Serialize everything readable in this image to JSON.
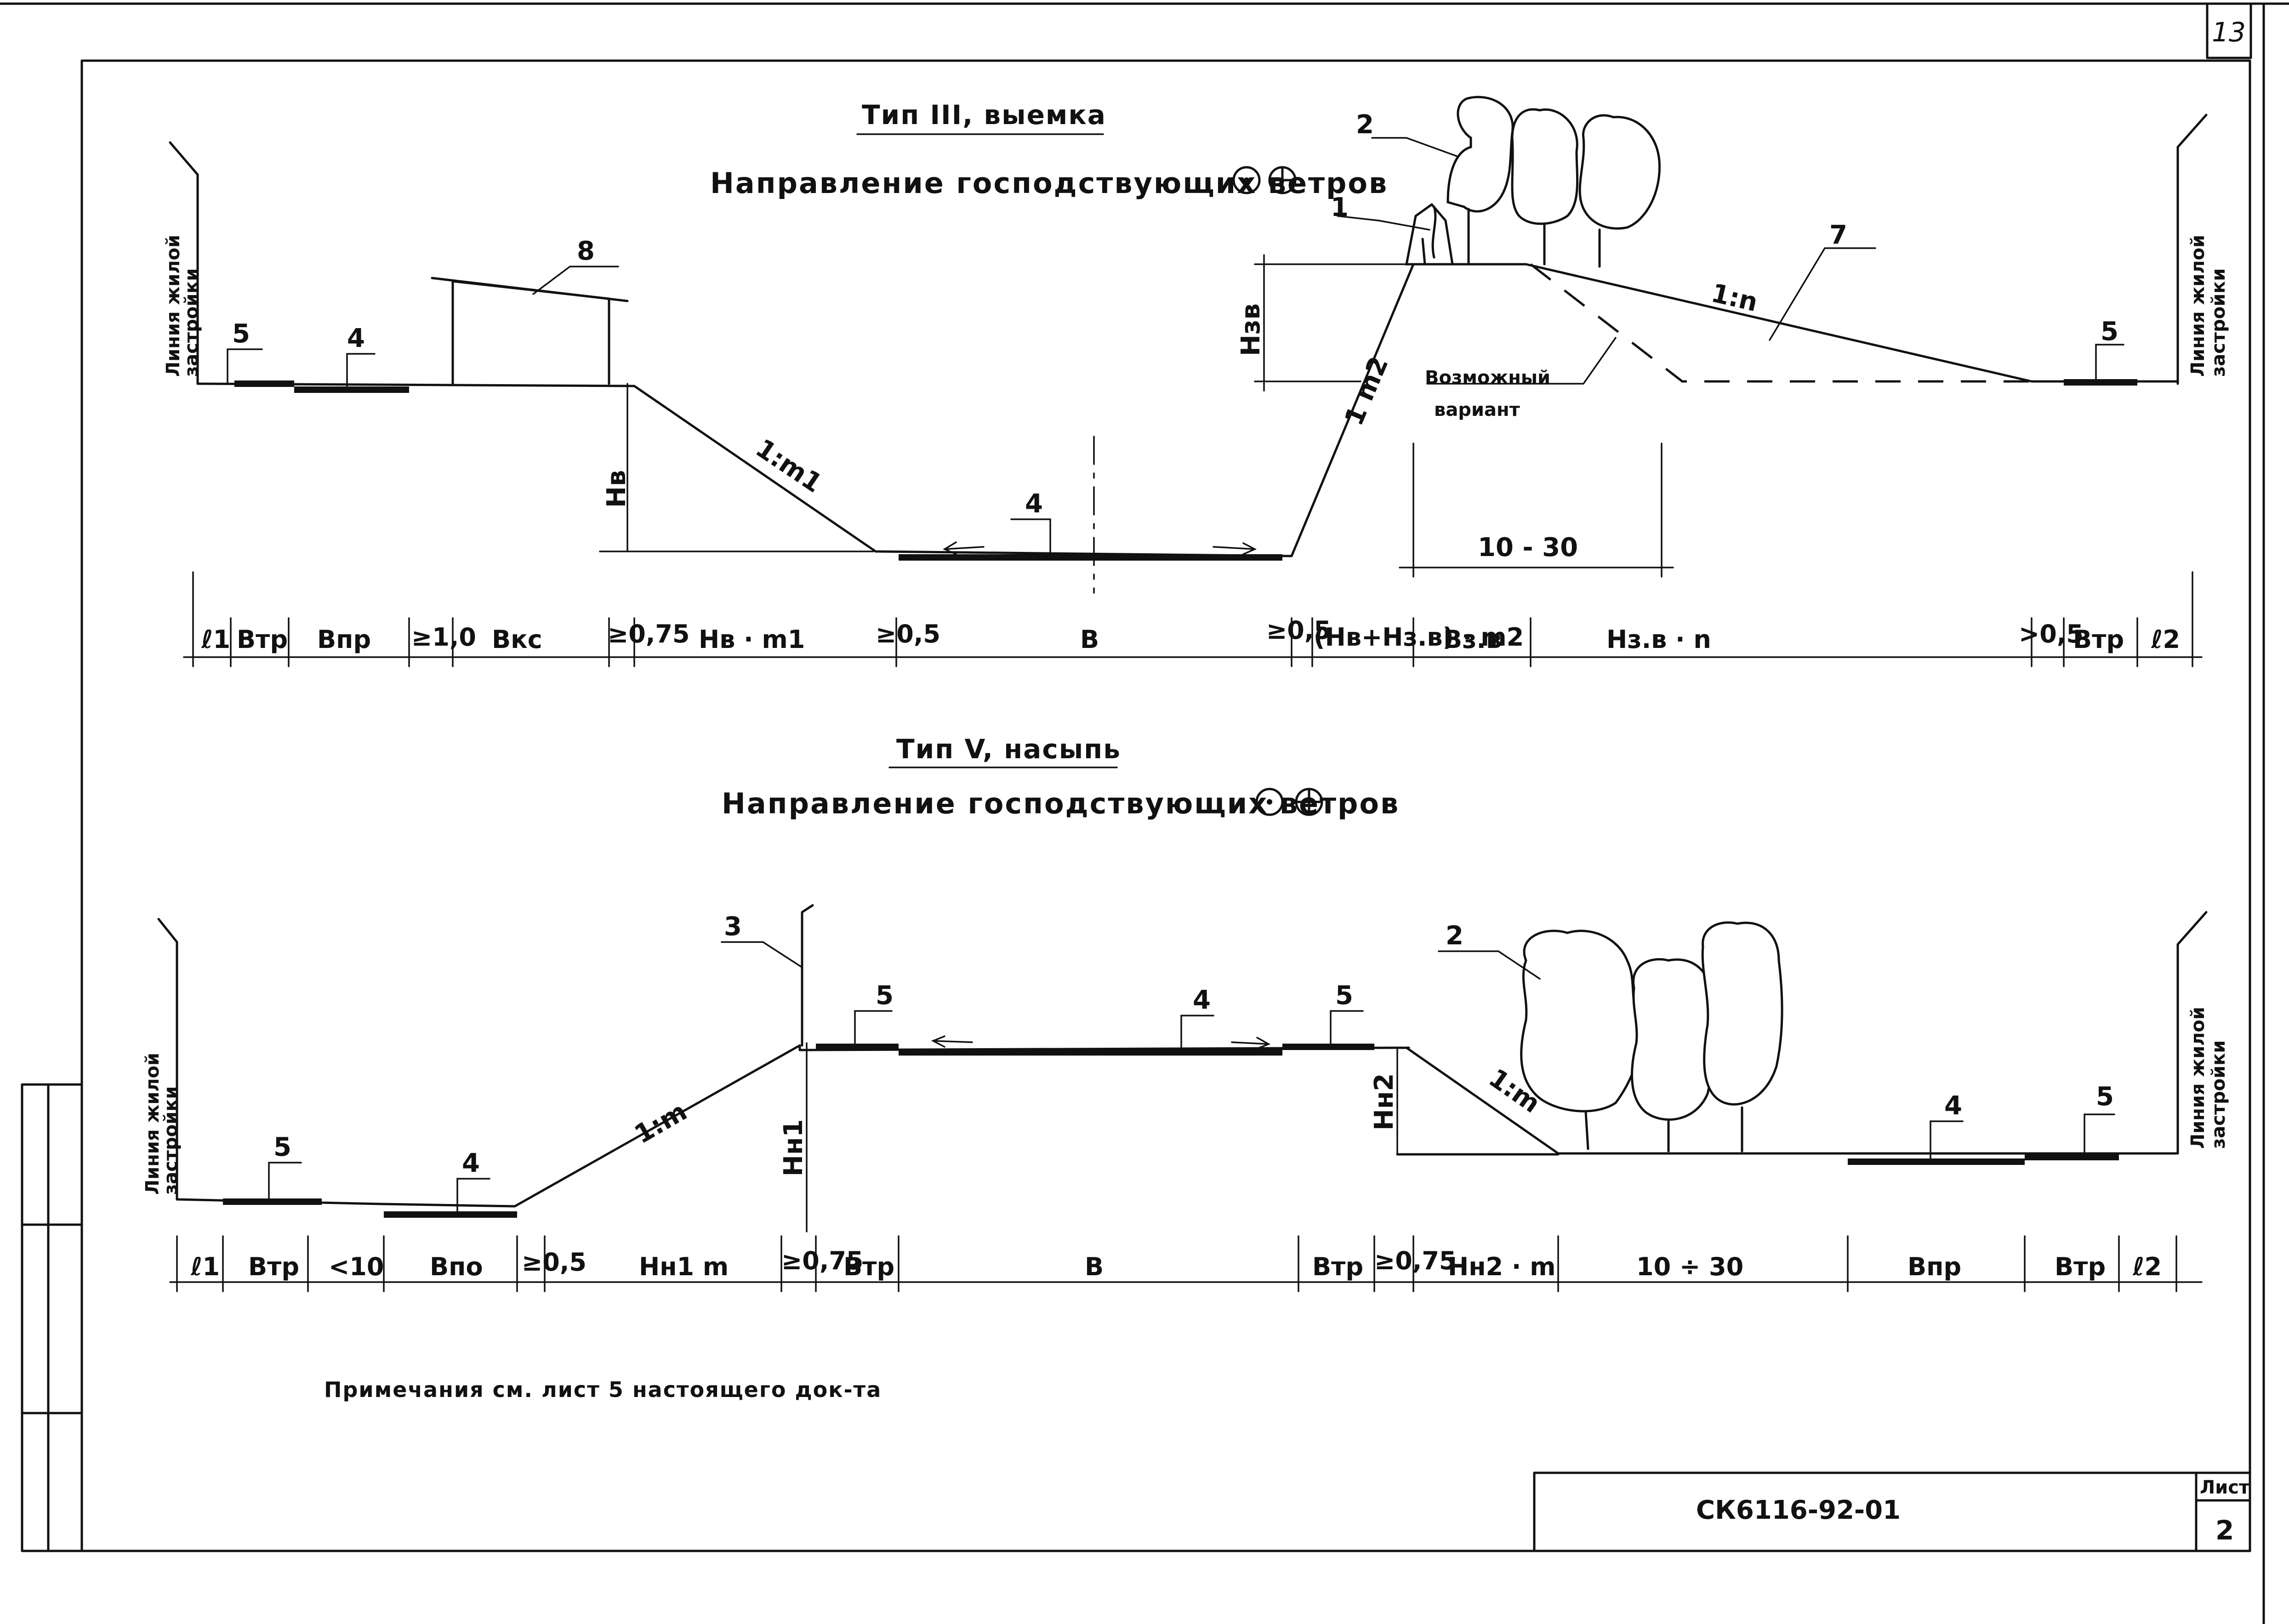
{
  "sheet_number": "13",
  "section_cut": {
    "title": "Тип III, выемка",
    "wind_heading": "Направление господствующих ветров",
    "callouts": {
      "c1": "1",
      "c2": "2",
      "c4a": "4",
      "c4b": "4",
      "c5a": "5",
      "c5b": "5",
      "c7": "7",
      "c8": "8"
    },
    "slopes": {
      "left": "1:m1",
      "right": "1 m2",
      "far": "1:n"
    },
    "heights": {
      "hv": "Hв",
      "hzv": "Hзв"
    },
    "possible_variant": [
      "Возможный",
      "вариант"
    ],
    "range": "10 - 30",
    "side_left": [
      "Линия жилой",
      "застройки"
    ],
    "side_right": [
      "Линия жилой",
      "застройки"
    ],
    "dims": [
      "ℓ1",
      "Втр",
      "Впр",
      "≥1,0",
      "Вкс",
      "≥0,75",
      "Hв · m1",
      "≥0,5",
      "В",
      "≥0,5",
      "(Hв+Hз.в) · m2",
      "Вз.в",
      "Hз.в · n",
      ">0,5",
      "Втр",
      "ℓ2"
    ]
  },
  "section_fill": {
    "title": "Тип V, насыпь",
    "wind_heading": "Направление господствующих ветров",
    "callouts": {
      "c2": "2",
      "c3": "3",
      "c4a": "4",
      "c4b": "4",
      "c4c": "4",
      "c5a": "5",
      "c5b": "5",
      "c5c": "5",
      "c5d": "5"
    },
    "slopes": {
      "left": "1:m",
      "right": "1:m"
    },
    "heights": {
      "hn1": "Hн1",
      "hn2": "Hн2"
    },
    "side_left": [
      "Линия жилой",
      "застройки"
    ],
    "side_right": [
      "Линия жилой",
      "застройки"
    ],
    "dims": [
      "ℓ1",
      "Втр",
      "<10",
      "Впо",
      "≥0,5",
      "Hн1 m",
      "≥0,75",
      "Втр",
      "В",
      "Втр",
      "≥0,75",
      "Hн2 · m",
      "10 ÷ 30",
      "Впр",
      "Втр",
      "ℓ2"
    ]
  },
  "notes": "Примечания см. лист 5 настоящего док-та",
  "stamp": {
    "code": "СК6116-92-01",
    "sheet_label": "Лист",
    "sheet_value": "2"
  }
}
